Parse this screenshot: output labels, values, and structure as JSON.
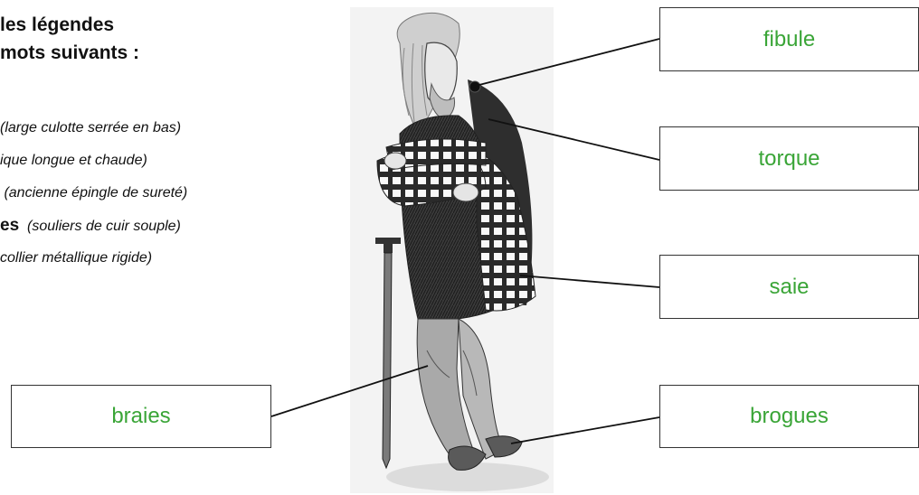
{
  "heading": {
    "line1": "les légendes",
    "line2": "mots suivants :"
  },
  "definitions": [
    {
      "term": "",
      "desc": "(large culotte serrée en bas)"
    },
    {
      "term": "",
      "desc": "ique longue et chaude)"
    },
    {
      "term": "",
      "desc": "(ancienne épingle de sureté)"
    },
    {
      "term": "es",
      "desc": "(souliers de cuir souple)"
    },
    {
      "term": "",
      "desc": "collier métallique rigide)"
    }
  ],
  "labels": {
    "fibule": "fibule",
    "torque": "torque",
    "saie": "saie",
    "braies": "braies",
    "brogues": "brogues"
  },
  "colors": {
    "answer_text": "#3aa537",
    "box_border": "#333333",
    "leader_line": "#111111"
  }
}
